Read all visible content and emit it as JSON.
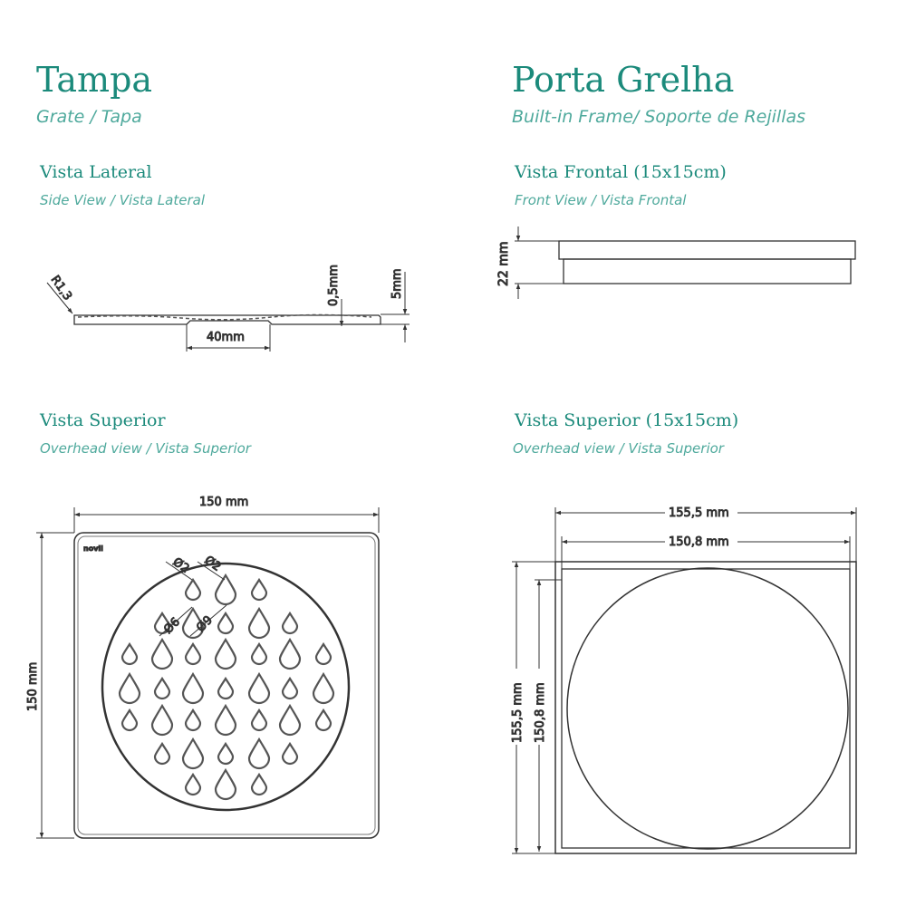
{
  "left": {
    "title": "Tampa",
    "subtitle": "Grate / Tapa",
    "side_view": {
      "title": "Vista Lateral",
      "subtitle": "Side View / Vista Lateral",
      "dims": {
        "radius": "R1,3",
        "thickness": "0,5mm",
        "height": "5mm",
        "width": "40mm"
      }
    },
    "top_view": {
      "title": "Vista Superior",
      "subtitle": "Overhead view / Vista Superior",
      "dims": {
        "width": "150 mm",
        "height": "150 mm",
        "d1": "Ø2",
        "d2": "Ø2",
        "d3": "Ø6",
        "d4": "Ø9"
      },
      "brand": "novii"
    }
  },
  "right": {
    "title": "Porta Grelha",
    "subtitle": "Built-in Frame/ Soporte de Rejillas",
    "front_view": {
      "title": "Vista Frontal (15x15cm)",
      "subtitle": "Front View / Vista Frontal",
      "dims": {
        "height": "22 mm"
      }
    },
    "top_view": {
      "title": "Vista Superior (15x15cm)",
      "subtitle": "Overhead view / Vista Superior",
      "dims": {
        "outer_w": "155,5 mm",
        "inner_w": "150,8 mm",
        "outer_h": "155,5 mm",
        "inner_h": "150,8 mm"
      }
    }
  },
  "colors": {
    "accent": "#1b8a7b",
    "accent_light": "#4ea99c",
    "line": "#333333"
  }
}
